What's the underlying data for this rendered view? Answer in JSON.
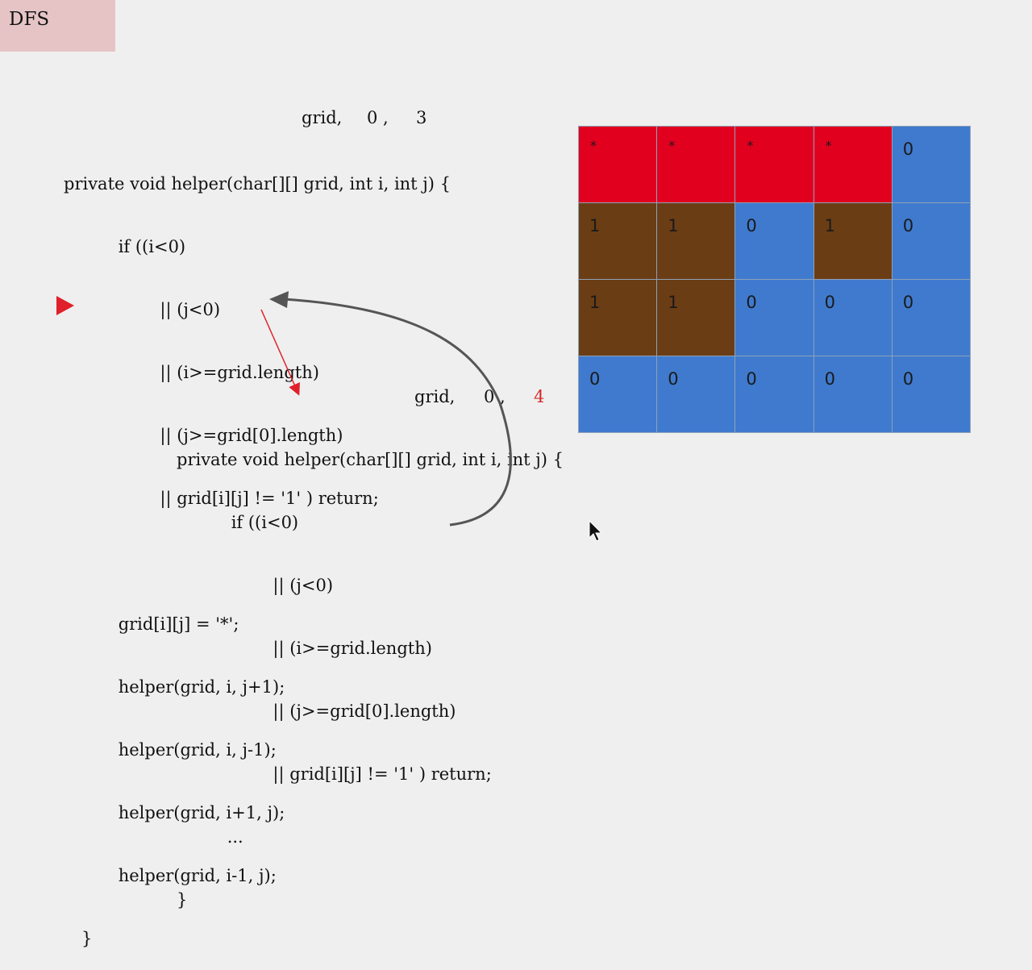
{
  "title": "DFS",
  "call1_args": [
    "grid,",
    "0 ,",
    "3"
  ],
  "call2_args": [
    "grid,",
    "0 ,",
    "4"
  ],
  "code_main": [
    "private void helper(char[][] grid, int i, int j) {",
    "    if ((i<0)",
    "        || (j<0)",
    "        || (i>=grid.length)",
    "        || (j>=grid[0].length)",
    "        || grid[i][j] != '1' ) return;",
    "",
    "    grid[i][j] = '*';",
    "    helper(grid, i, j+1);",
    "    helper(grid, i, j-1);",
    "    helper(grid, i+1, j);",
    "    helper(grid, i-1, j);",
    "}"
  ],
  "code_sub": [
    "private void helper(char[][] grid, int i, int j) {",
    "    if ((i<0)",
    "        || (j<0)",
    "        || (i>=grid.length)",
    "        || (j>=grid[0].length)",
    "        || grid[i][j] != '1' ) return;",
    "    ...",
    "}"
  ],
  "grid": {
    "rows": [
      [
        {
          "v": "*",
          "c": "red"
        },
        {
          "v": "*",
          "c": "red"
        },
        {
          "v": "*",
          "c": "red"
        },
        {
          "v": "*",
          "c": "red"
        },
        {
          "v": "0",
          "c": "blue"
        }
      ],
      [
        {
          "v": "1",
          "c": "brown"
        },
        {
          "v": "1",
          "c": "brown"
        },
        {
          "v": "0",
          "c": "blue"
        },
        {
          "v": "1",
          "c": "brown"
        },
        {
          "v": "0",
          "c": "blue"
        }
      ],
      [
        {
          "v": "1",
          "c": "brown"
        },
        {
          "v": "1",
          "c": "brown"
        },
        {
          "v": "0",
          "c": "blue"
        },
        {
          "v": "0",
          "c": "blue"
        },
        {
          "v": "0",
          "c": "blue"
        }
      ],
      [
        {
          "v": "0",
          "c": "blue"
        },
        {
          "v": "0",
          "c": "blue"
        },
        {
          "v": "0",
          "c": "blue"
        },
        {
          "v": "0",
          "c": "blue"
        },
        {
          "v": "0",
          "c": "blue"
        }
      ]
    ]
  },
  "colors": {
    "visited": "#e2001f",
    "land": "#6b3d15",
    "water": "#3f7ace",
    "pointer": "#e0202a",
    "return_arrow": "#555555"
  },
  "icons": {
    "current_line_pointer": "triangle-right",
    "mouse_cursor": "arrow-cursor"
  }
}
